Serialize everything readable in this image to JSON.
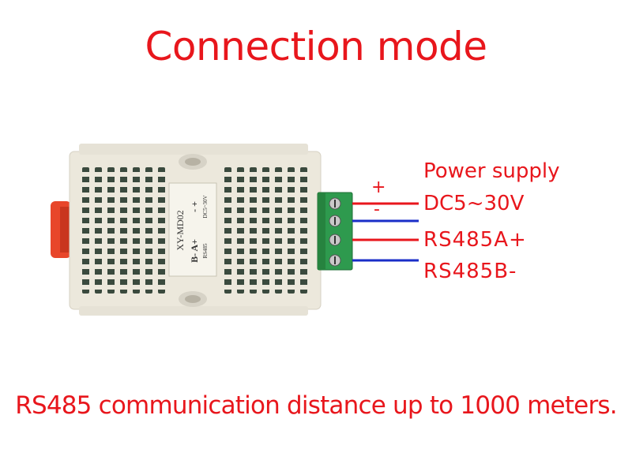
{
  "title": "Connection mode",
  "footer": "RS485 communication distance up to 1000 meters.",
  "device": {
    "model": "XY-MD02",
    "terminal_labels_top": "B- A+",
    "terminal_label_rs485": "RS485",
    "terminal_labels_power": "-  +",
    "terminal_label_dc": "DC5~30V"
  },
  "wiring": {
    "power_label": "Power supply",
    "plus_sign": "+",
    "minus_sign": "-",
    "voltage": "DC5~30V",
    "rs485a": "RS485A+",
    "rs485b": "RS485B-"
  },
  "colors": {
    "red_wire": "#e8161c",
    "blue_wire": "#1a2ec8",
    "terminal_green": "#2e9a4e",
    "housing": "#f2efe6",
    "clip": "#e8462a"
  }
}
